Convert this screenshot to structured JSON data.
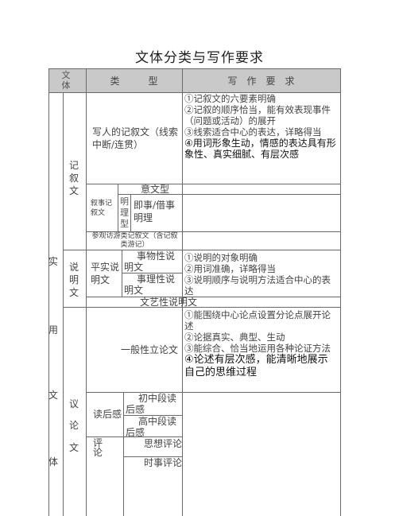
{
  "title": "文体分类与写作要求",
  "header": {
    "genre": "文\n体",
    "type": "类　　　型",
    "requirements": "写　作　要　求"
  },
  "big_category_letters": [
    "实",
    "用",
    "文",
    "体"
  ],
  "narrative": {
    "label": [
      "记",
      "叙",
      "文"
    ],
    "person_type": "写人的记叙文（线索中断/连贯）",
    "requirements": [
      "①记叙文的六要素明确",
      "②记叙的顺序恰当，能有效表现事件（问题或活动）的展开",
      "③线索适合中心的表达，详略得当",
      "④用词形象生动，情感的表达具有形象性、真实细腻、有层次感"
    ],
    "sub_label": "叙事记叙文",
    "meaning_type": "意文型",
    "reason_vertical": [
      "明",
      "理",
      "型"
    ],
    "reason_type": "即事/借事明理",
    "visit_type": "参观访游类记叙文（含记叙类游记）"
  },
  "expository": {
    "label": [
      "说",
      "明",
      "文"
    ],
    "practical": "平实说明文",
    "thing_type": "事物性说明文",
    "reason_type": "事理性说明文",
    "literary": "文艺性说明文",
    "requirements": [
      "①说明的对象明确",
      "②用词准确，详略得当",
      "③说明顺序与说明方法适合中心的表达"
    ]
  },
  "argumentative": {
    "label": [
      "议",
      "论",
      "文"
    ],
    "general": "一般性立论文",
    "requirements": [
      "①能围绕中心论点设置分论点展开论述",
      "②论据真实、典型、生动",
      "③能综合、恰当地运用各种论证方法",
      "④论述有层次感，能清晰地展示自己的思维过程"
    ],
    "reading_review": "读后感",
    "junior_review": "初中段读后感",
    "senior_review": "高中段读后感",
    "commentary_label": [
      "评",
      "论"
    ],
    "thought_review": "思想评论",
    "current_review": "时事评论"
  }
}
